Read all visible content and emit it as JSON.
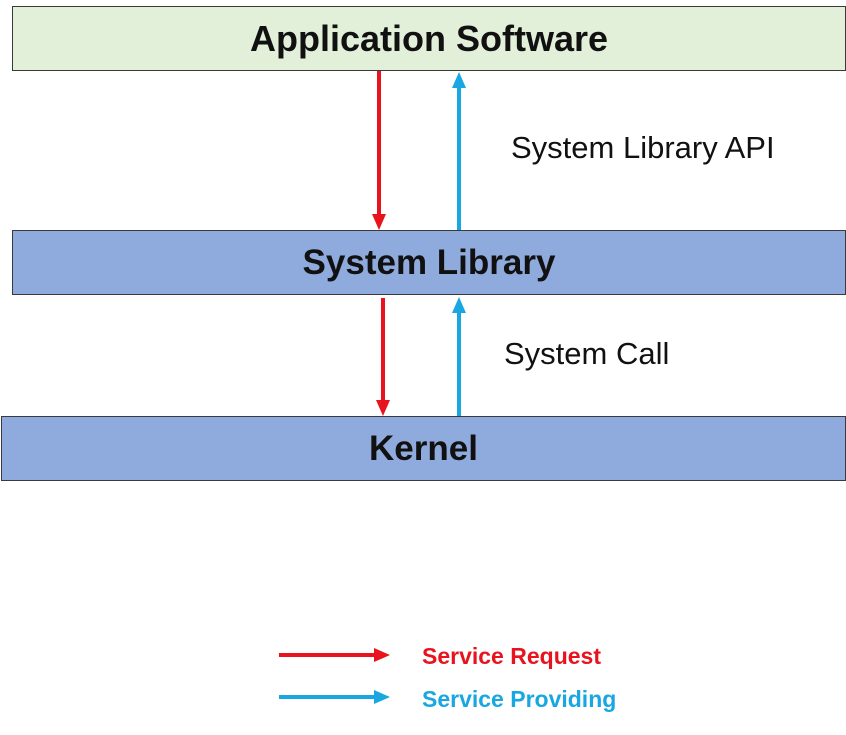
{
  "layers": {
    "application": "Application Software",
    "library": "System Library",
    "kernel": "Kernel"
  },
  "interfaces": {
    "upper": "System Library API",
    "lower": "System Call"
  },
  "legend": {
    "request": "Service Request",
    "providing": "Service Providing"
  },
  "colors": {
    "app_fill": "#e2efd9",
    "layer_fill": "#8faadc",
    "request": "#e8131d",
    "providing": "#18a7e0"
  }
}
